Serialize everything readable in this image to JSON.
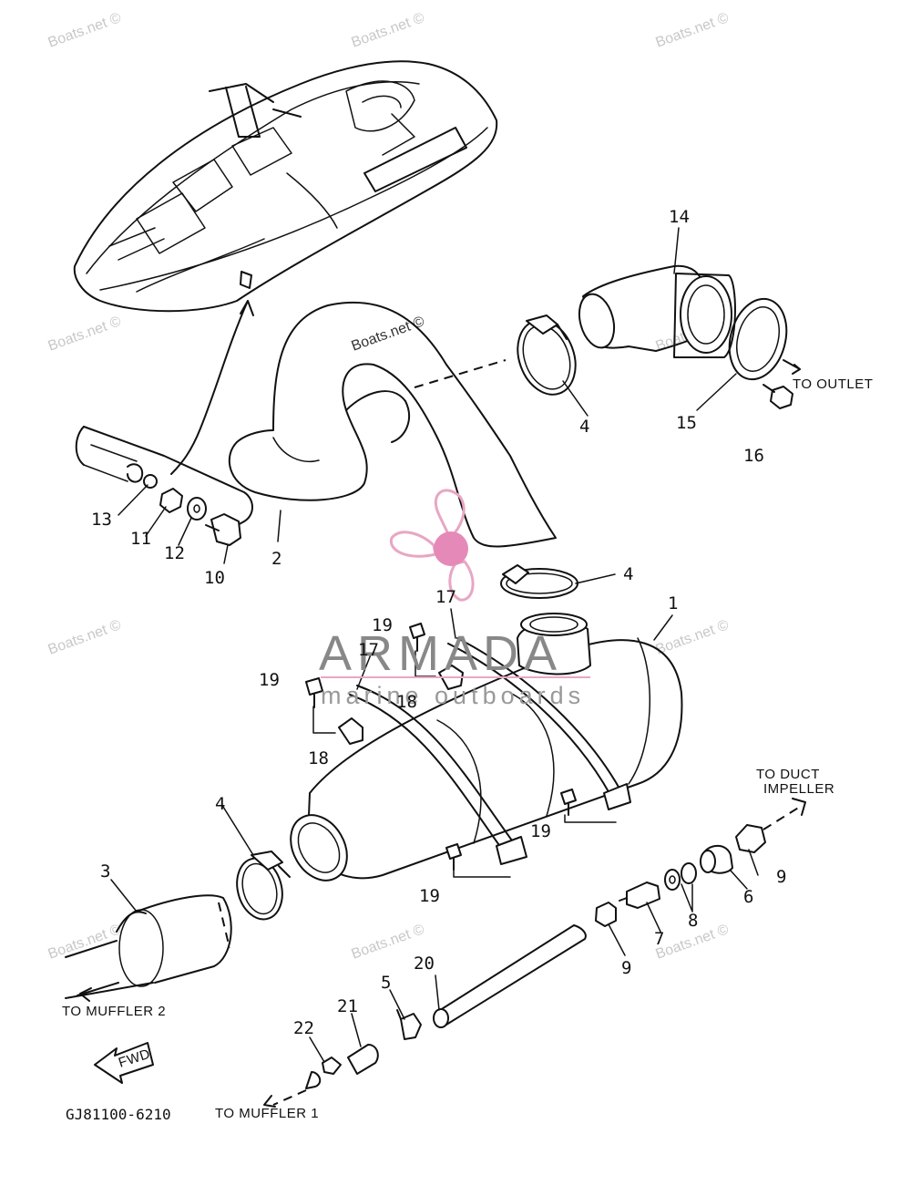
{
  "watermarks": [
    "Boats.net ©"
  ],
  "logo": {
    "name": "ARMADA",
    "sub": "marine outboards",
    "accent_color": "#e8a6c4",
    "hub_color": "#e58ab8"
  },
  "callouts": {
    "c1": "1",
    "c2": "2",
    "c3": "3",
    "c4a": "4",
    "c4b": "4",
    "c4c": "4",
    "c5": "5",
    "c6": "6",
    "c7": "7",
    "c8": "8",
    "c9a": "9",
    "c9b": "9",
    "c10": "10",
    "c11": "11",
    "c12": "12",
    "c13": "13",
    "c14": "14",
    "c15": "15",
    "c16": "16",
    "c17a": "17",
    "c17b": "17",
    "c18a": "18",
    "c18b": "18",
    "c19a": "19",
    "c19b": "19",
    "c19c": "19",
    "c19d": "19",
    "c20": "20",
    "c21": "21",
    "c22": "22"
  },
  "labels": {
    "to_outlet": "TO OUTLET",
    "to_duct_1": "TO DUCT",
    "to_duct_2": "IMPELLER",
    "to_muffler_2": "TO MUFFLER 2",
    "to_muffler_1": "TO MUFFLER 1",
    "fwd": "FWD",
    "part_code": "GJ81100-6210"
  }
}
